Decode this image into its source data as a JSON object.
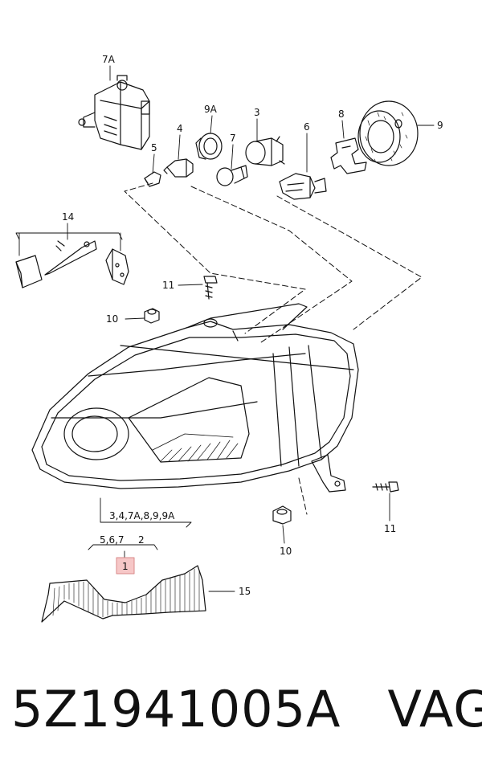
{
  "callouts": {
    "c7a": "7A",
    "c9a": "9A",
    "c3": "3",
    "c8": "8",
    "c9": "9",
    "c4": "4",
    "c6": "6",
    "c5": "5",
    "c7": "7",
    "c14": "14",
    "c11a": "11",
    "c10a": "10",
    "group_main": "3,4,7A,8,9,9A",
    "group_sub": "5,6,7",
    "c2": "2",
    "c1": "1",
    "c15": "15",
    "c11b": "11",
    "c10b": "10"
  },
  "footer": {
    "part_number": "5Z1941005A",
    "brand": "VAG"
  },
  "colors": {
    "ink": "#111111",
    "highlight_fill": "#f6c7c7",
    "highlight_stroke": "#d98a8a"
  }
}
